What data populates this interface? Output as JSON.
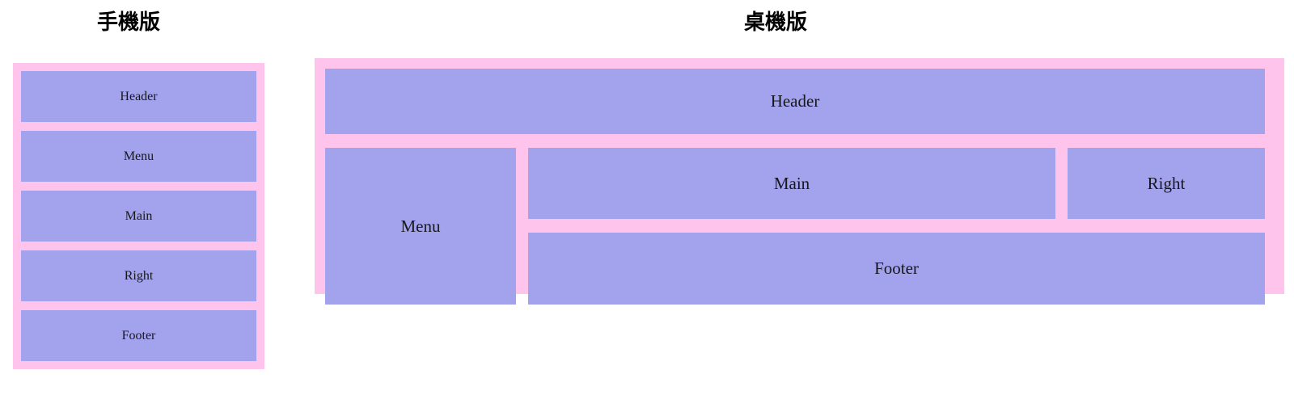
{
  "page": {
    "background_color": "#ffffff",
    "text_color": "#17171e"
  },
  "colors": {
    "container_pink": "#ffc4ec",
    "cell_purple": "#a3a2ec",
    "title_black": "#000000"
  },
  "mobile": {
    "title": "手機版",
    "regions": [
      {
        "label": "Header"
      },
      {
        "label": "Menu"
      },
      {
        "label": "Main"
      },
      {
        "label": "Right"
      },
      {
        "label": "Footer"
      }
    ]
  },
  "desktop": {
    "title": "桌機版",
    "regions": [
      {
        "key": "header",
        "label": "Header"
      },
      {
        "key": "menu",
        "label": "Menu"
      },
      {
        "key": "main",
        "label": "Main"
      },
      {
        "key": "right",
        "label": "Right"
      },
      {
        "key": "footer",
        "label": "Footer"
      }
    ]
  }
}
